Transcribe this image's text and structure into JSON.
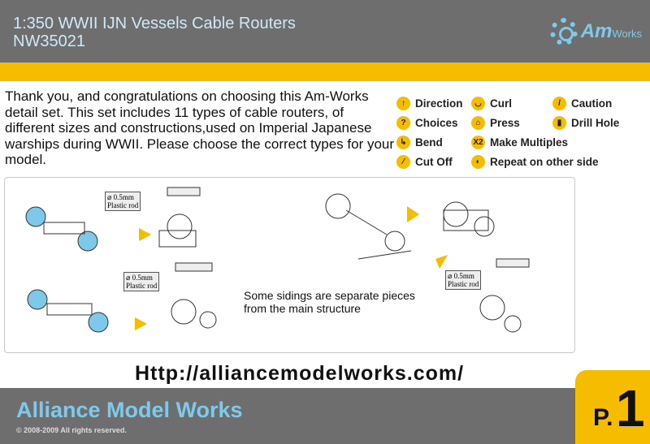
{
  "header": {
    "title_line1": "1:350 WWII IJN Vessels Cable Routers",
    "title_line2": "NW35021",
    "logo_am": "Am",
    "logo_works": "Works"
  },
  "intro": {
    "text": "Thank you, and congratulations on choosing this Am-Works detail set. This set includes 11 types of cable routers, of different sizes and constructions,used on Imperial Japanese warships during WWII. Please choose the correct types for your model."
  },
  "legend": [
    {
      "label": "Direction",
      "icon": "↑",
      "name": "direction-icon"
    },
    {
      "label": "Curl",
      "icon": "◡",
      "name": "curl-icon"
    },
    {
      "label": "Caution",
      "icon": "/",
      "name": "caution-icon"
    },
    {
      "label": "Choices",
      "icon": "?",
      "name": "choices-icon"
    },
    {
      "label": "Press",
      "icon": "⌂",
      "name": "press-icon"
    },
    {
      "label": "Drill Hole",
      "icon": "▮",
      "name": "drill-hole-icon"
    },
    {
      "label": "Bend",
      "icon": "↳",
      "name": "bend-icon"
    },
    {
      "label": "Make Multiples",
      "icon": "X2",
      "name": "make-multiples-icon"
    },
    {
      "label": "Cut Off",
      "icon": "⁄",
      "name": "cut-off-icon"
    },
    {
      "label": "Repeat on other side",
      "icon": "◐",
      "name": "repeat-other-side-icon"
    }
  ],
  "diagram": {
    "rod_size": "⌀ 0.5mm",
    "rod_label": "Plastic rod",
    "note": "Some sidings are separate pieces from the main structure"
  },
  "url": "Http://alliancemodelworks.com/",
  "footer": {
    "brand": "Alliance Model Works",
    "copyright": "© 2008-2009 All rights reserved.",
    "page_prefix": "P.",
    "page_number": "1"
  },
  "colors": {
    "accent": "#f6bd00",
    "header": "#6f6e6e",
    "brand_blue": "#7ccbee"
  }
}
